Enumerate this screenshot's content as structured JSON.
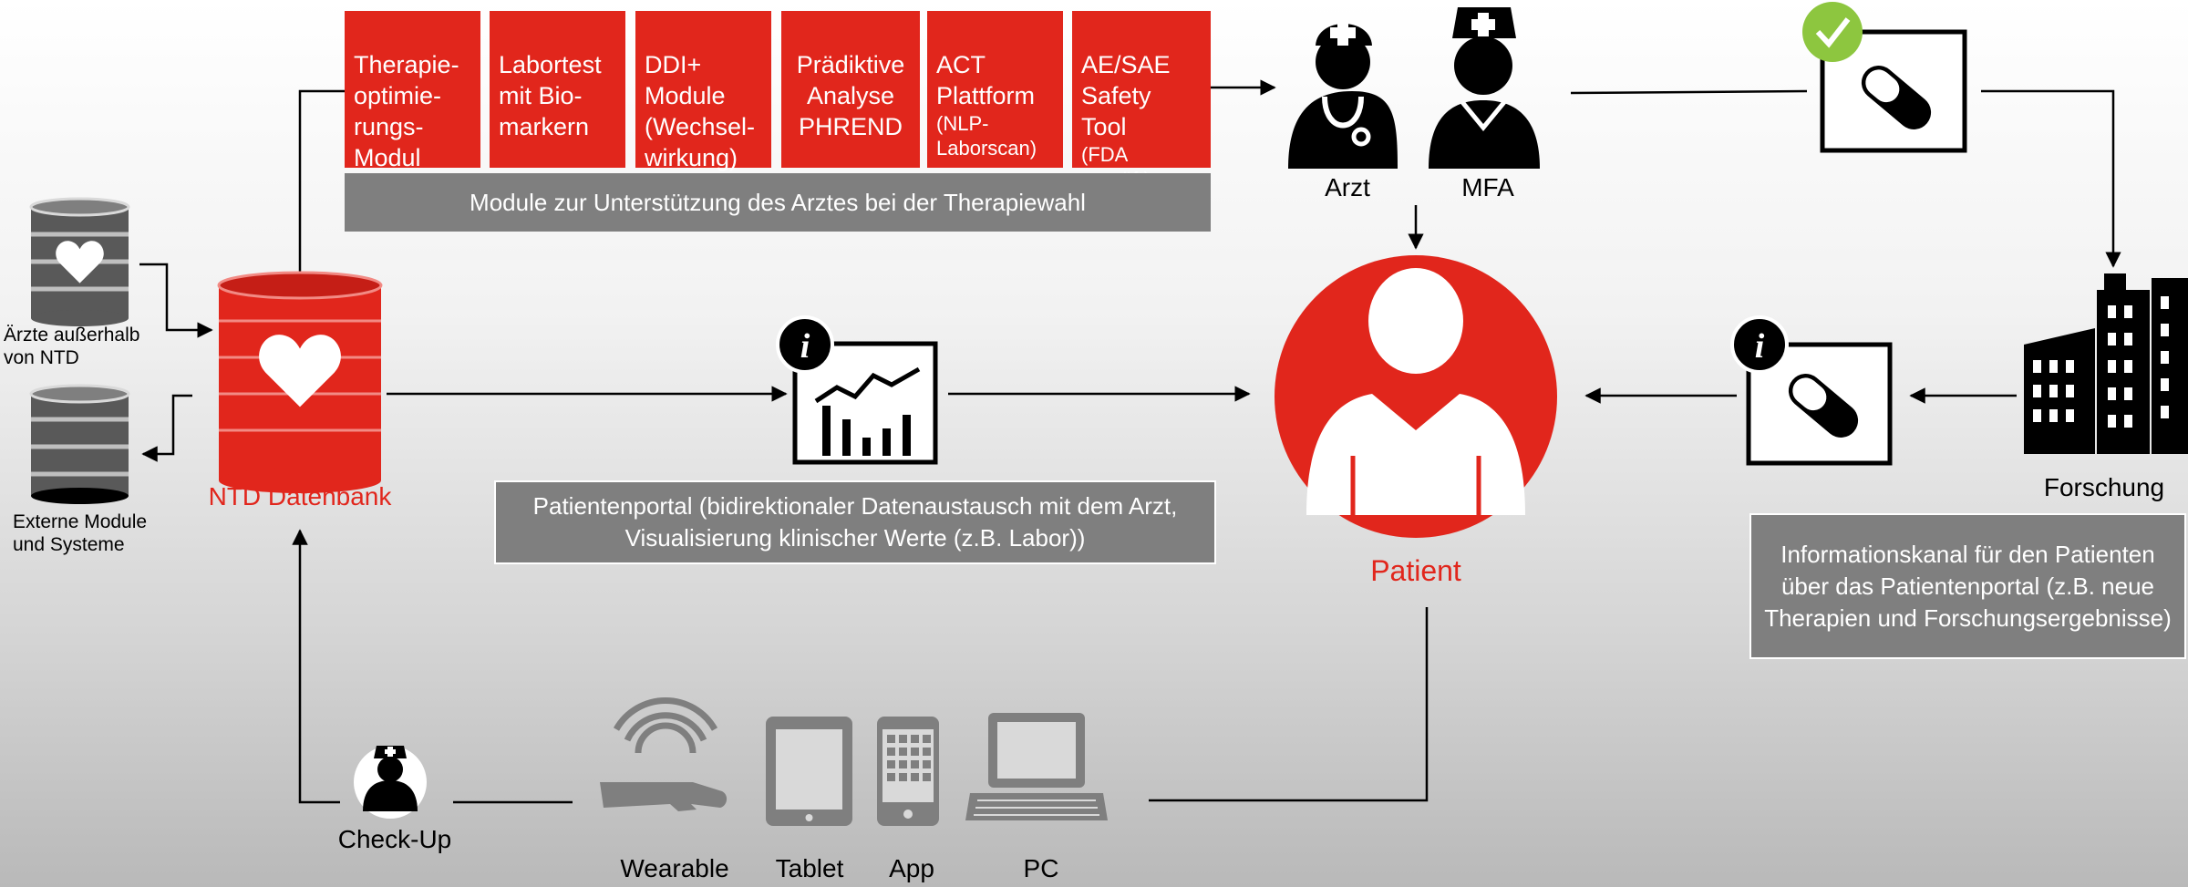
{
  "modules": [
    {
      "title": "Therapie-\noptimie-\nrungs-\nModul",
      "sub": ""
    },
    {
      "title": "Labortest\nmit Bio-\nmarkern",
      "sub": ""
    },
    {
      "title": "DDI+\nModule\n(Wechsel-\nwirkung)",
      "sub": ""
    },
    {
      "title": "Prädiktive\nAnalyse\nPHREND",
      "sub": ""
    },
    {
      "title": "ACT\nPlattform",
      "sub": "(NLP-\nLaborscan)"
    },
    {
      "title": "AE/SAE\nSafety\nTool",
      "sub": "(FDA\ngeprüft)"
    }
  ],
  "modules_caption": "Module zur Unterstützung des Arztes bei der Therapiewahl",
  "arzt_label": "Arzt",
  "mfa_label": "MFA",
  "patient_label": "Patient",
  "db_label": "NTD Datenbank",
  "aerzte_label": "Ärzte außerhalb\nvon NTD",
  "externe_label": "Externe Module\nund Systeme",
  "portal_caption": "Patientenportal (bidirektionaler Datenaustausch mit dem Arzt, Visualisierung klinischer Werte (z.B. Labor))",
  "forschung_label": "Forschung",
  "info_caption": "Informationskanal für den Patienten über das Patientenportal (z.B. neue Therapien und Forschungsergebnisse)",
  "checkup_label": "Check-Up",
  "devices": [
    "Wearable",
    "Tablet",
    "App",
    "PC"
  ],
  "colors": {
    "accent": "#e1261c",
    "box_grey": "#7f7f7f",
    "check_green": "#8dc63f"
  }
}
